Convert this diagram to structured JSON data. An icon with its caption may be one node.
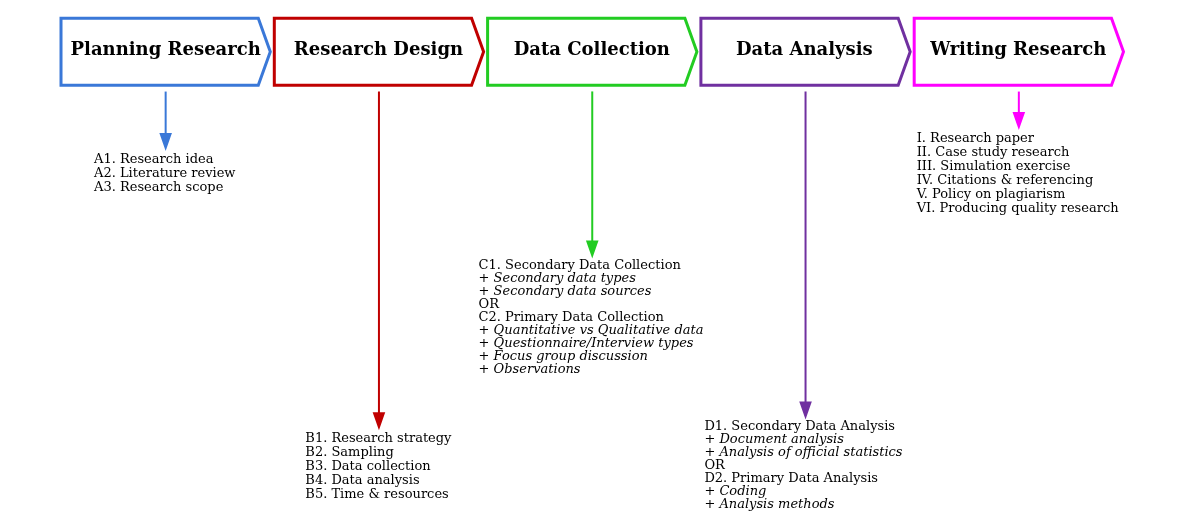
{
  "diagram": {
    "nodes": [
      {
        "text": [
          "Planning Research"
        ]
      },
      {
        "text": [
          "Research Design"
        ]
      },
      {
        "text": [
          "Data Collection"
        ]
      },
      {
        "text": [
          "Data Analysis"
        ]
      },
      {
        "text": [
          "Writing Research"
        ]
      },
      {
        "text": [
          "A1. Research idea",
          "A2. Literature review",
          "A3. Research scope"
        ]
      },
      {
        "text": [
          "B1. Research strategy",
          "B2. Sampling",
          "B3. Data collection",
          "B4. Data analysis",
          "B5. Time & resources"
        ]
      },
      {
        "text": [
          "C1. Secondary Data Collection",
          "*+ Secondary data types*",
          "*+ Secondary data sources*",
          "OR",
          "C2. Primary Data Collection",
          "*+ Quantitative vs Qualitative data*",
          "*+ Questionnaire/Interview types*",
          "*+ Focus group discussion*",
          "*+ Observations*"
        ]
      },
      {
        "text": [
          "D1. Secondary Data Analysis",
          "*+ Document analysis*",
          "*+ Analysis of official statistics*",
          "OR",
          "D2. Primary Data Analysis",
          "*+ Coding*",
          "*+ Analysis methods*"
        ]
      },
      {
        "text": [
          "I. Research paper",
          "II. Case study research",
          "III. Simulation exercise",
          "IV. Citations & referencing",
          "V. Policy on plagiarism",
          "VI. Producing quality research"
        ]
      }
    ],
    "edges": [
      {
        "from": 0,
        "to": 5,
        "arrow": "to",
        "color": "#3a78d8"
      },
      {
        "from": 1,
        "to": 6,
        "arrow": "to",
        "color": "#c00000"
      },
      {
        "from": 2,
        "to": 7,
        "arrow": "to",
        "color": "#22cc22"
      },
      {
        "from": 3,
        "to": 8,
        "arrow": "to",
        "color": "#7030a0"
      },
      {
        "from": 4,
        "to": 9,
        "arrow": "to",
        "color": "#ff00ff"
      }
    ]
  }
}
